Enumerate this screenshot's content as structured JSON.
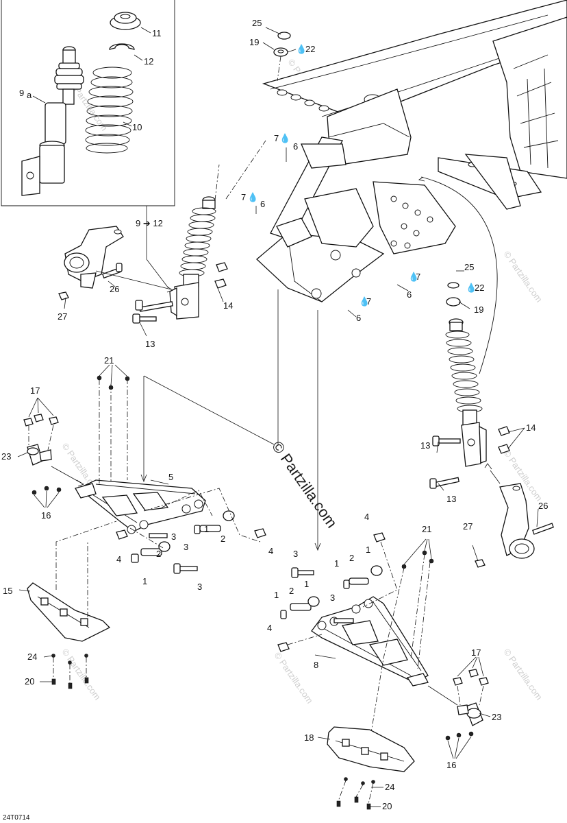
{
  "diagram": {
    "code": "24T0714",
    "watermark": "© Partzilla.com",
    "watermark_small": "© Partzilla.com",
    "inset_callouts": {
      "shock": "9",
      "shock_sub": "a",
      "spring": "10",
      "seat": "11",
      "keeper": "12"
    },
    "ref_9_12": "9 ➔ 12",
    "lubricant_symbol": "💧",
    "labels": {
      "p1": "1",
      "p2": "2",
      "p3": "3",
      "p4": "4",
      "p5": "5",
      "p6": "6",
      "p7": "7",
      "p8": "8",
      "p13": "13",
      "p14": "14",
      "p15": "15",
      "p16": "16",
      "p17": "17",
      "p18": "18",
      "p19": "19",
      "p20": "20",
      "p21": "21",
      "p22": "22",
      "p23": "23",
      "p24": "24",
      "p25": "25",
      "p26": "26",
      "p27": "27"
    }
  }
}
